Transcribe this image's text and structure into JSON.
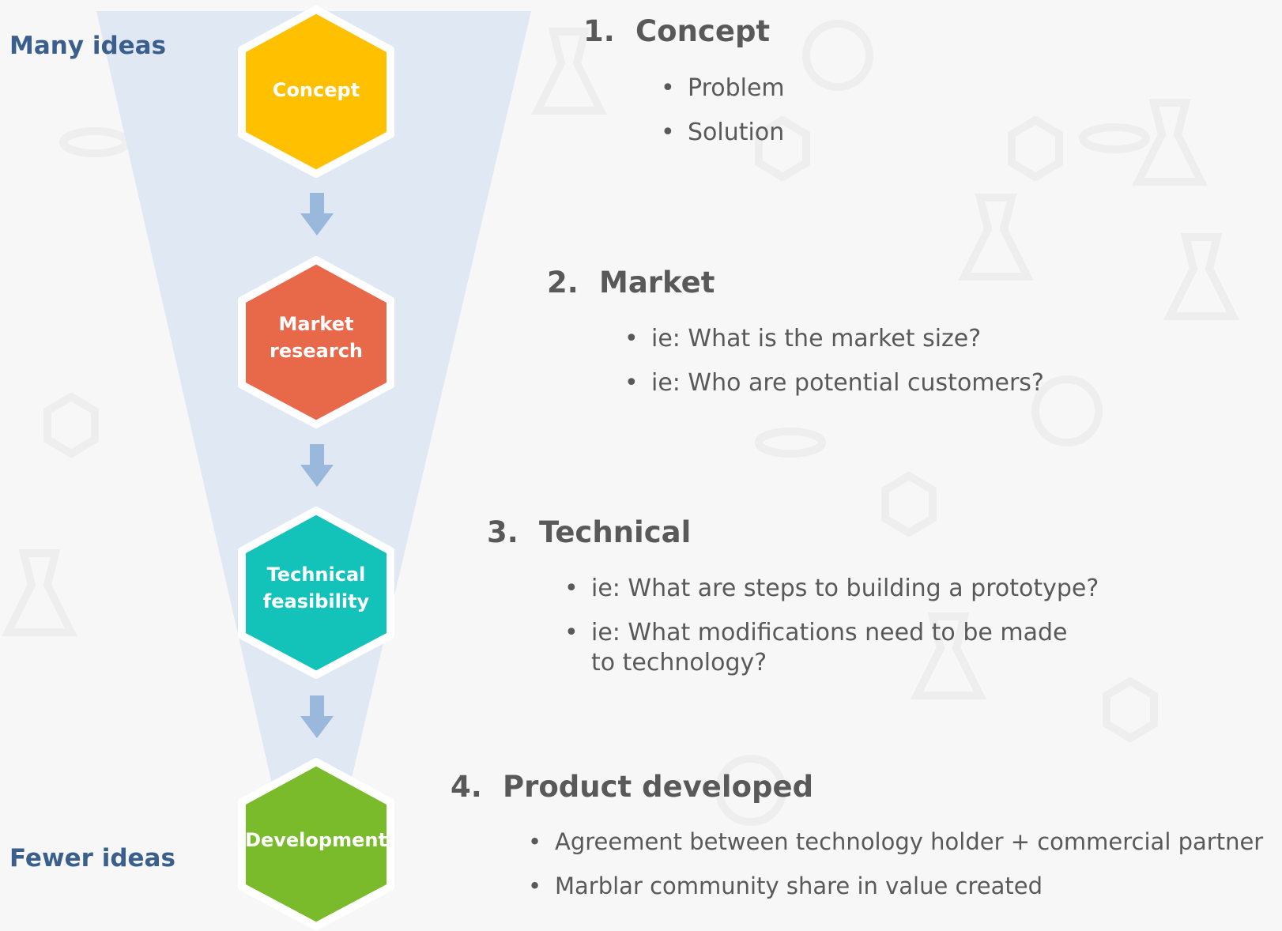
{
  "side_labels": {
    "top": "Many ideas",
    "bottom": "Fewer ideas"
  },
  "colors": {
    "funnel": "#dfe8f3",
    "arrow": "#9ab7dc",
    "concept": "#ffc000",
    "market": "#e8684a",
    "technical": "#13c3ba",
    "development": "#79bb2b",
    "side_label": "#3a5f8c",
    "text": "#595959"
  },
  "stages": [
    {
      "label_lines": [
        "Concept"
      ]
    },
    {
      "label_lines": [
        "Market",
        "research"
      ]
    },
    {
      "label_lines": [
        "Technical",
        "feasibility"
      ]
    },
    {
      "label_lines": [
        "Development"
      ]
    }
  ],
  "steps": [
    {
      "number": "1.",
      "title": "Concept",
      "bullets": [
        "Problem",
        "Solution"
      ]
    },
    {
      "number": "2.",
      "title": "Market",
      "bullets": [
        "ie: What is the market size?",
        "ie: Who are potential customers?"
      ]
    },
    {
      "number": "3.",
      "title": "Technical",
      "bullets": [
        "ie: What are steps to building a prototype?",
        "ie: What modifications need to be made to technology?"
      ]
    },
    {
      "number": "4.",
      "title": "Product developed",
      "bullets": [
        "Agreement between technology holder + commercial partner",
        "Marblar community share in value created"
      ]
    }
  ],
  "bullet_glyph": "•"
}
